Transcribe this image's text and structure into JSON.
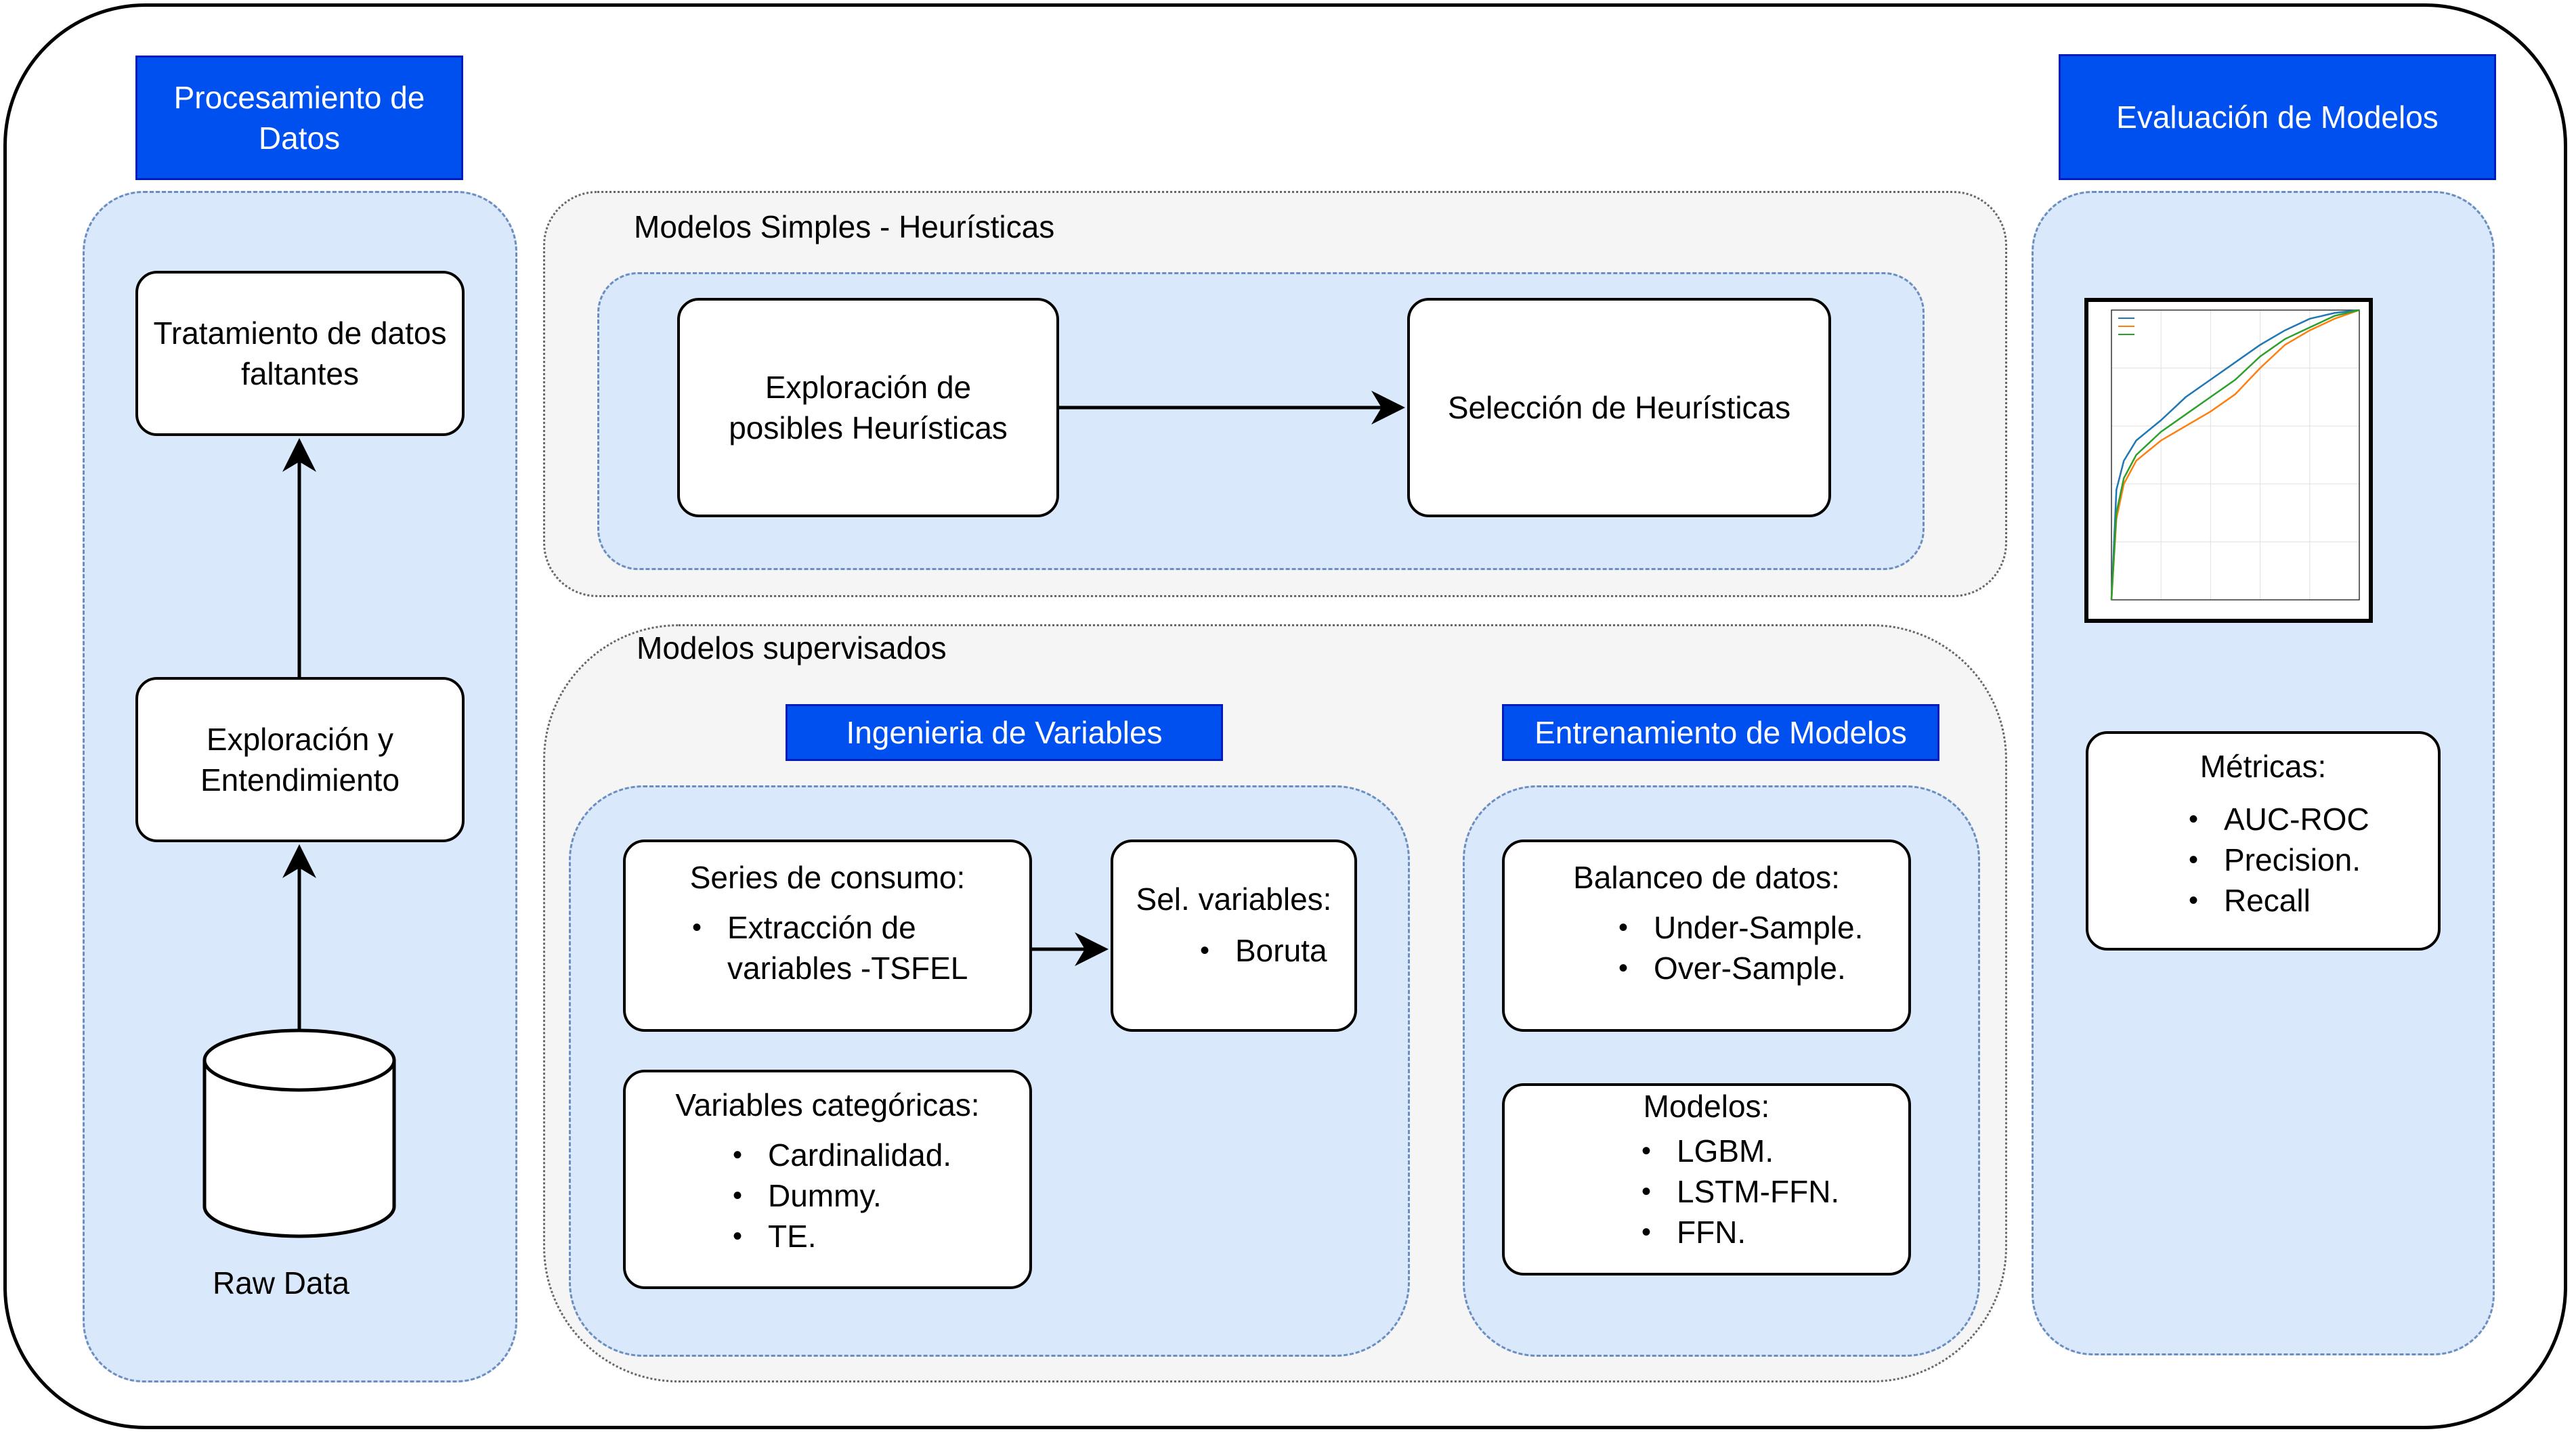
{
  "headers": {
    "procesamiento": "Procesamiento de Datos",
    "evaluacion": "Evaluación de Modelos",
    "ingenieria": "Ingenieria de Variables",
    "entrenamiento": "Entrenamiento de Modelos"
  },
  "groups": {
    "simples": "Modelos Simples - Heurísticas",
    "supervisados": "Modelos supervisados"
  },
  "nodes": {
    "tratamiento": "Tratamiento de datos faltantes",
    "exploracion_entendimiento": "Exploración y Entendimiento",
    "raw_data": "Raw Data",
    "exploracion_heuristicas": "Exploración de posibles Heurísticas",
    "seleccion_heuristicas": "Selección de Heurísticas"
  },
  "series_consumo": {
    "title": "Series de consumo:",
    "items": [
      "Extracción de variables -TSFEL"
    ]
  },
  "sel_variables": {
    "title": "Sel. variables:",
    "items": [
      "Boruta"
    ]
  },
  "variables_categoricas": {
    "title": "Variables categóricas:",
    "items": [
      "Cardinalidad.",
      "Dummy.",
      "TE."
    ]
  },
  "balanceo": {
    "title": "Balanceo de datos:",
    "items": [
      "Under-Sample.",
      "Over-Sample."
    ]
  },
  "modelos": {
    "title": "Modelos:",
    "items": [
      "LGBM.",
      "LSTM-FFN.",
      "FFN."
    ]
  },
  "metricas": {
    "title": "Métricas:",
    "items": [
      "AUC-ROC",
      "Precision.",
      "Recall"
    ]
  },
  "chart_data": {
    "type": "line",
    "series": [
      {
        "color": "#1f77b4",
        "x": [
          0,
          2,
          5,
          10,
          20,
          30,
          40,
          50,
          60,
          70,
          80,
          90,
          100
        ],
        "y": [
          0,
          38,
          48,
          55,
          62,
          70,
          76,
          82,
          88,
          93,
          97,
          99,
          100
        ]
      },
      {
        "color": "#ff7f0e",
        "x": [
          0,
          2,
          5,
          10,
          20,
          30,
          40,
          50,
          60,
          70,
          80,
          90,
          100
        ],
        "y": [
          0,
          28,
          40,
          48,
          55,
          60,
          65,
          71,
          80,
          88,
          93,
          97,
          100
        ]
      },
      {
        "color": "#2ca02c",
        "x": [
          0,
          2,
          5,
          10,
          20,
          30,
          40,
          50,
          60,
          70,
          80,
          90,
          100
        ],
        "y": [
          0,
          30,
          42,
          50,
          58,
          64,
          70,
          76,
          84,
          90,
          94,
          98,
          100
        ]
      }
    ],
    "xlim": [
      0,
      100
    ],
    "ylim": [
      0,
      100
    ],
    "grid": true,
    "legend": "top-left"
  }
}
